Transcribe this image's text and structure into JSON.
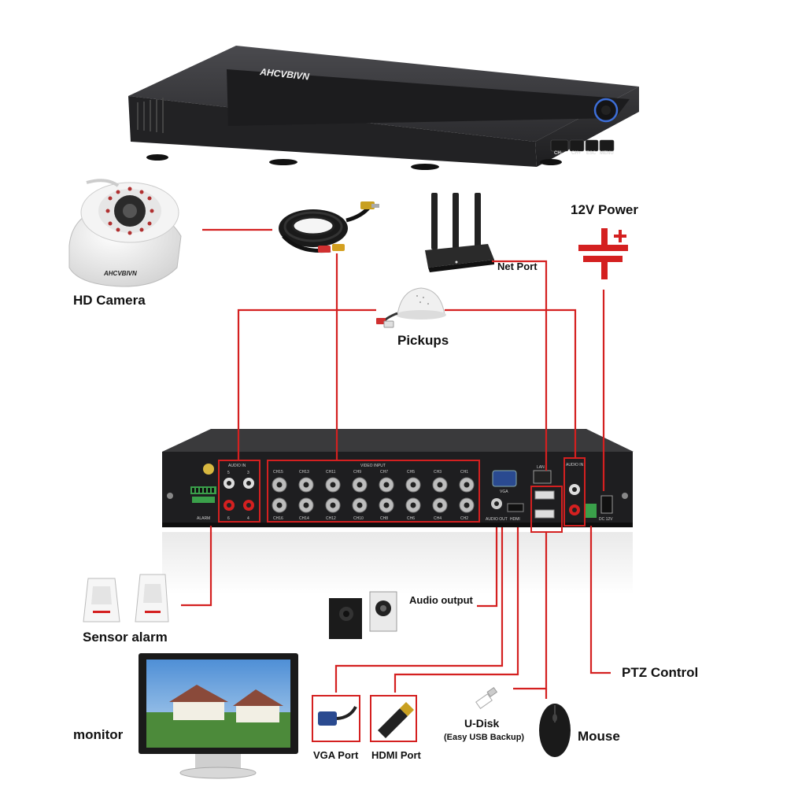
{
  "brand": "AHCVBIVN",
  "dvr_front": {
    "buttons": [
      "CH-",
      "CH+",
      "ESC",
      "MENU"
    ]
  },
  "labels": {
    "hd_camera": "HD Camera",
    "power": "12V Power",
    "net_port": "Net Port",
    "pickups": "Pickups",
    "audio_output": "Audio output",
    "sensor_alarm": "Sensor alarm",
    "monitor": "monitor",
    "vga_port": "VGA Port",
    "hdmi_port": "HDMI Port",
    "u_disk": "U-Disk",
    "u_disk_sub": "(Easy USB Backup)",
    "mouse": "Mouse",
    "ptz_control": "PTZ Control"
  },
  "rear_panel": {
    "audio_in_left": "AUDIO IN",
    "video_input": "VIDEO INPUT",
    "audio_in_right": "AUDIO IN",
    "vga": "VGA",
    "audio_out": "AUDIO OUT",
    "hdmi": "HDMI",
    "lan": "LAN",
    "dc12v": "DC 12V",
    "alarm": "ALARM",
    "audio_ch_top": [
      "5",
      "3"
    ],
    "audio_ch_bottom": [
      "6",
      "4"
    ],
    "channels_top": [
      "CH15",
      "CH13",
      "CH11",
      "CH9",
      "CH7",
      "CH5",
      "CH3",
      "CH1"
    ],
    "channels_bottom": [
      "CH16",
      "CH14",
      "CH12",
      "CH10",
      "CH8",
      "CH6",
      "CH4",
      "CH2"
    ]
  },
  "colors": {
    "wire": "#d42020",
    "dvr_body": "#2a2a2c",
    "rear_panel": "#1e1e20"
  }
}
